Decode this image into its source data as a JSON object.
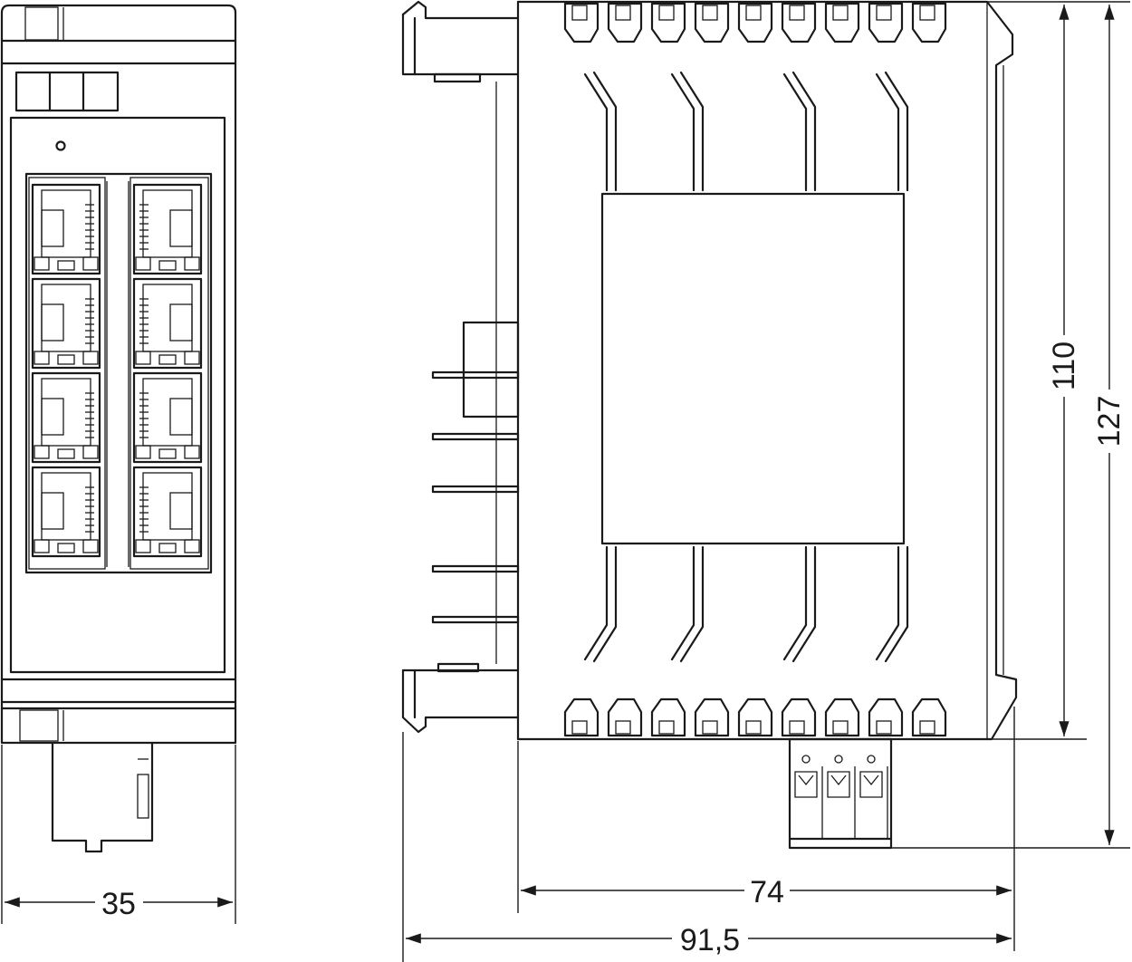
{
  "dimensions": {
    "width_front": "35",
    "depth_body": "74",
    "depth_total": "91,5",
    "height_body": "110",
    "height_total": "127"
  },
  "front_view": {
    "rj45_ports": 8,
    "led_indicators": 3
  },
  "side_view": {
    "terminal_contacts": 3
  },
  "colors": {
    "line": "#1a1a1a",
    "background": "#ffffff"
  }
}
